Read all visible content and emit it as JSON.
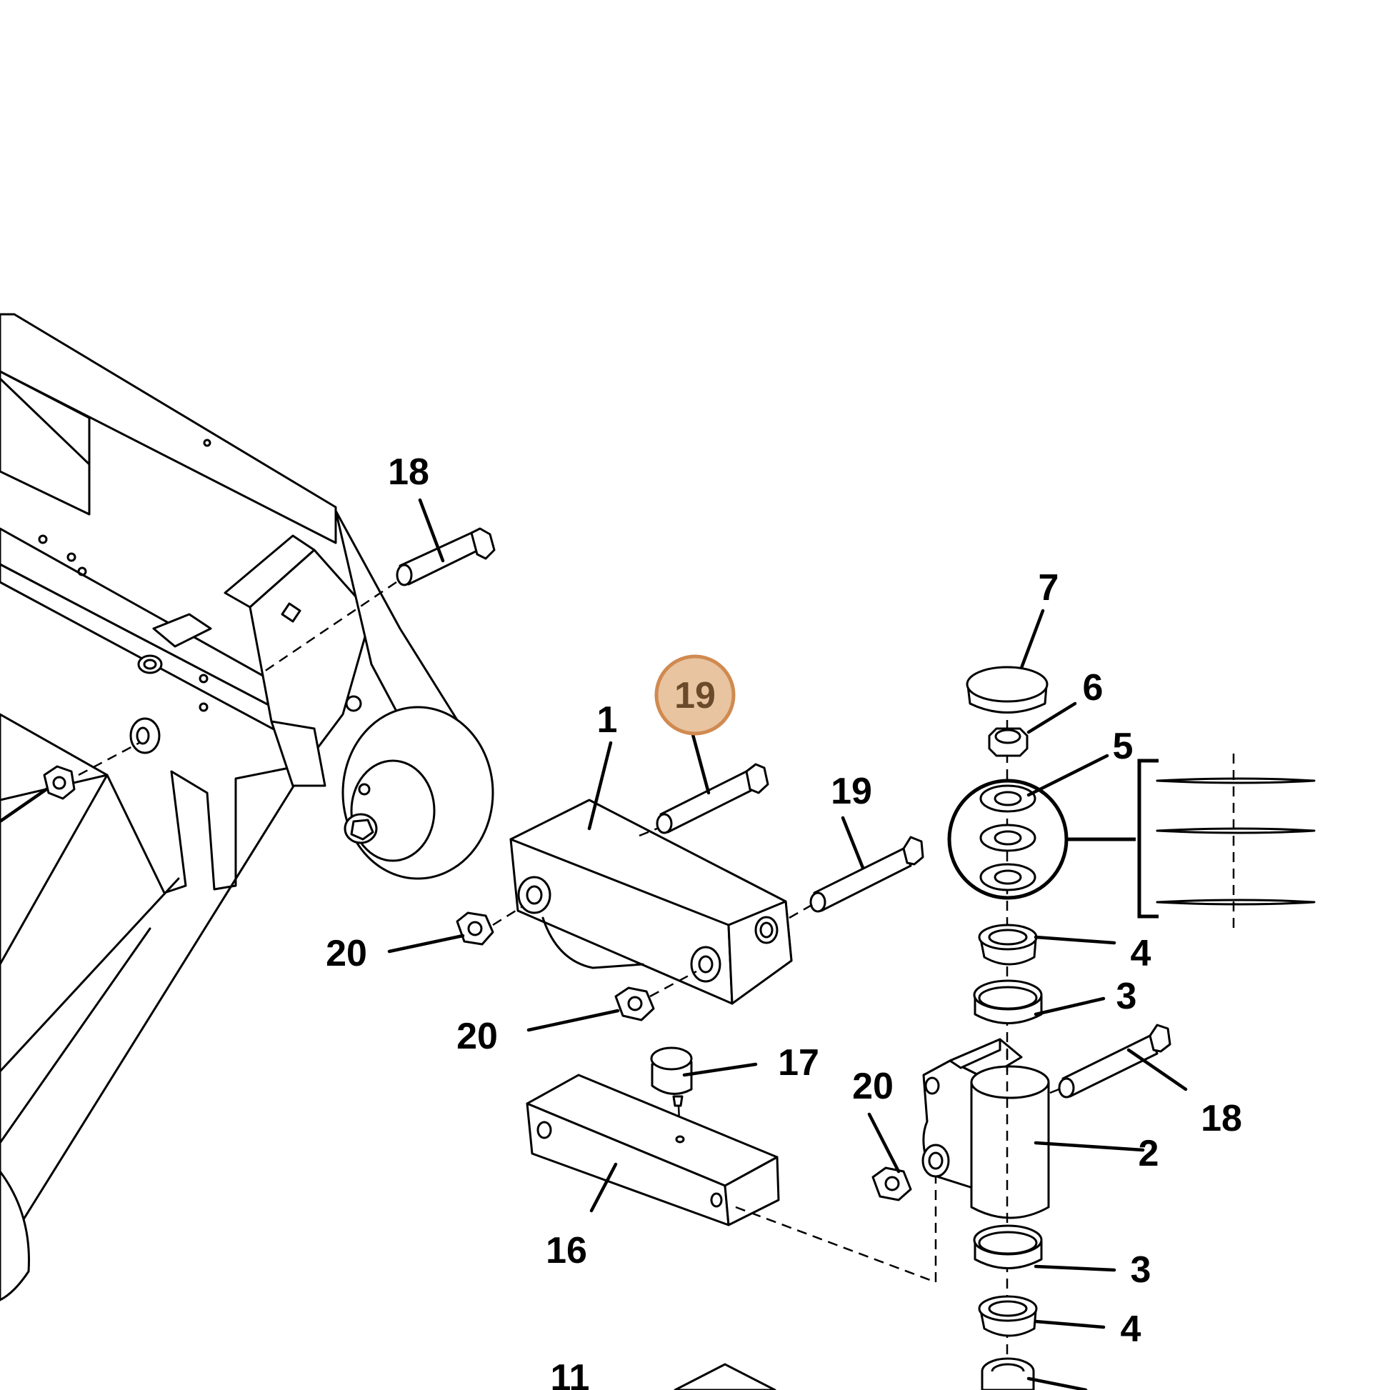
{
  "callouts": [
    {
      "id": "c18a",
      "label": "18"
    },
    {
      "id": "c7",
      "label": "7"
    },
    {
      "id": "c6",
      "label": "6"
    },
    {
      "id": "c5",
      "label": "5"
    },
    {
      "id": "c1",
      "label": "1"
    },
    {
      "id": "c19a",
      "label": "19"
    },
    {
      "id": "c19b",
      "label": "19"
    },
    {
      "id": "c20a",
      "label": "20"
    },
    {
      "id": "c4a",
      "label": "4"
    },
    {
      "id": "c3a",
      "label": "3"
    },
    {
      "id": "c20b",
      "label": "20"
    },
    {
      "id": "c17",
      "label": "17"
    },
    {
      "id": "c20c",
      "label": "20"
    },
    {
      "id": "c18b",
      "label": "18"
    },
    {
      "id": "c2",
      "label": "2"
    },
    {
      "id": "c16",
      "label": "16"
    },
    {
      "id": "c3b",
      "label": "3"
    },
    {
      "id": "c4b",
      "label": "4"
    },
    {
      "id": "c11",
      "label": "11"
    }
  ],
  "highlight": {
    "label": "19",
    "fill": "#e8c4a0",
    "stroke": "#d08a50",
    "text_color": "#6a4a2a"
  }
}
